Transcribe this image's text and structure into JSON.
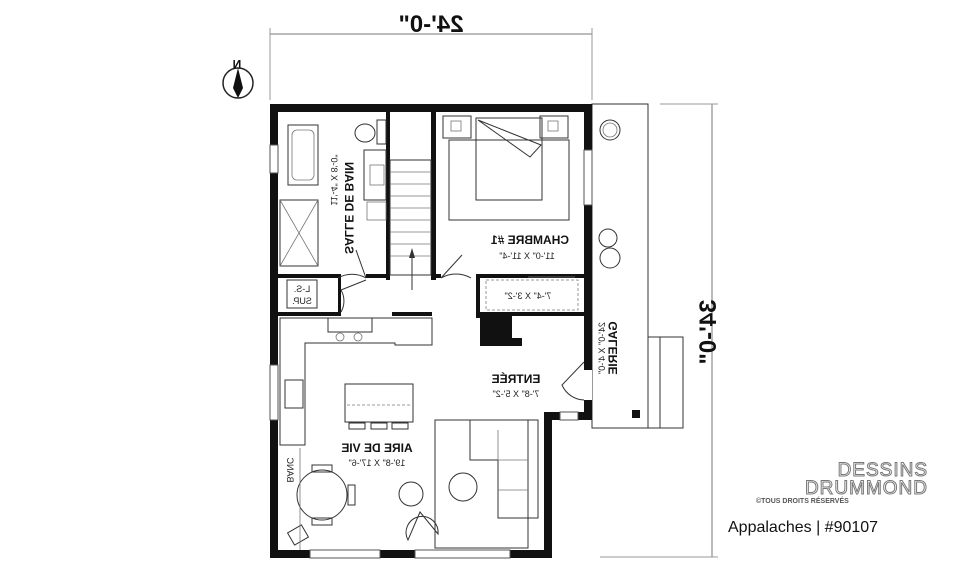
{
  "dimensions": {
    "width": "24'-0\"",
    "depth": "34'-0\""
  },
  "compass": {
    "label": "N"
  },
  "rooms": {
    "bath": {
      "name": "SALLE DE BAIN",
      "size": "11'-4\" X 8'-0\""
    },
    "bedroom": {
      "name": "CHAMBRE #1",
      "size": "11'-0\" X 11'-4\""
    },
    "closet": {
      "size": "7'-4\" X 3'-2\""
    },
    "laundry": {
      "name_line1": "L-S.",
      "name_line2": "SUP."
    },
    "entry": {
      "name": "ENTRÉE",
      "size": "7'-8\" X 5'-2\""
    },
    "living": {
      "name": "AIRE DE VIE",
      "size": "19'-8\" X 17'-6\""
    },
    "bench": {
      "name": "BANC"
    },
    "porch": {
      "name": "GALERIE",
      "size": "24'-0\" X 4'-0\""
    }
  },
  "brand": {
    "line1": "DESSINS",
    "line2": "DRUMMOND",
    "copyright": "©TOUS DROITS RÉSERVÉS"
  },
  "plan_title": "Appalaches | #90107"
}
